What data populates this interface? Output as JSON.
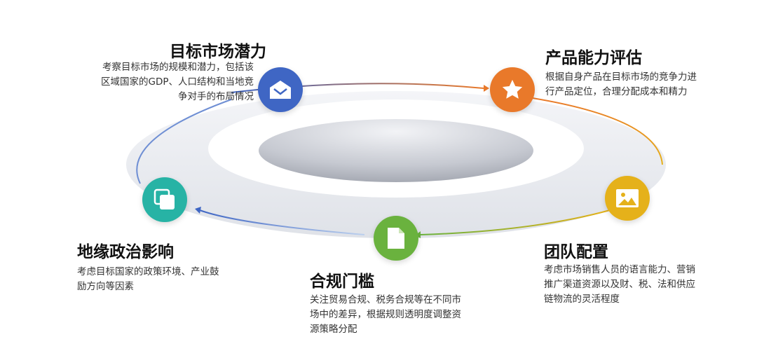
{
  "colors": {
    "blue": "#3f66c4",
    "orange": "#e9792a",
    "yellow": "#e5b11a",
    "green": "#6ab23e",
    "teal": "#27b3a5"
  },
  "items": [
    {
      "title": "目标市场潜力",
      "lines": [
        "考察目标市场的规模和潜力，包括该",
        "区域国家的GDP、人口结构和当地竞",
        "争对手的布局情况"
      ],
      "icon": "envelope-icon"
    },
    {
      "title": "产品能力评估",
      "lines": [
        "根据自身产品在目标市场的竞争力进",
        "行产品定位，合理分配成本和精力"
      ],
      "icon": "star-icon"
    },
    {
      "title": "团队配置",
      "lines": [
        "考虑市场销售人员的语言能力、营销",
        "推广渠道资源以及财、税、法和供应",
        "链物流的灵活程度"
      ],
      "icon": "image-icon"
    },
    {
      "title": "合规门槛",
      "lines": [
        "关注贸易合规、税务合规等在不同市",
        "场中的差异，根据规则透明度调整资",
        "源策略分配"
      ],
      "icon": "document-icon"
    },
    {
      "title": "地缘政治影响",
      "lines": [
        "考虑目标国家的政策环境、产业鼓",
        "励方向等因素"
      ],
      "icon": "copy-icon"
    }
  ]
}
